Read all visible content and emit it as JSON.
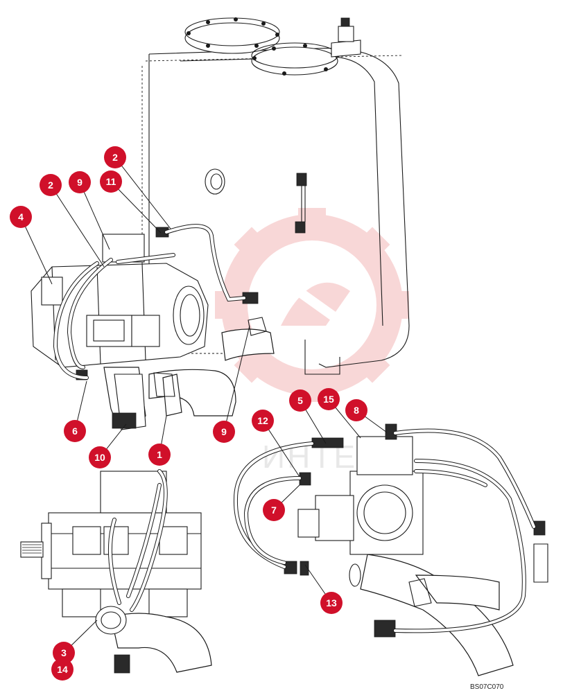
{
  "diagram": {
    "drawing_code": "BS07C070",
    "watermark_text": "ИНТЕХ",
    "colors": {
      "callout": "#d0102a",
      "watermark_gear": "#f4b8b8",
      "line": "#1a1a1a"
    },
    "callouts": [
      {
        "id": "c2a",
        "label": "2"
      },
      {
        "id": "c11",
        "label": "11"
      },
      {
        "id": "c2b",
        "label": "2"
      },
      {
        "id": "c9a",
        "label": "9"
      },
      {
        "id": "c4",
        "label": "4"
      },
      {
        "id": "c6",
        "label": "6"
      },
      {
        "id": "c10",
        "label": "10"
      },
      {
        "id": "c1",
        "label": "1"
      },
      {
        "id": "c9b",
        "label": "9"
      },
      {
        "id": "c5",
        "label": "5"
      },
      {
        "id": "c15",
        "label": "15"
      },
      {
        "id": "c8",
        "label": "8"
      },
      {
        "id": "c12",
        "label": "12"
      },
      {
        "id": "c7",
        "label": "7"
      },
      {
        "id": "c13",
        "label": "13"
      },
      {
        "id": "c3",
        "label": "3"
      },
      {
        "id": "c14",
        "label": "14"
      }
    ]
  }
}
